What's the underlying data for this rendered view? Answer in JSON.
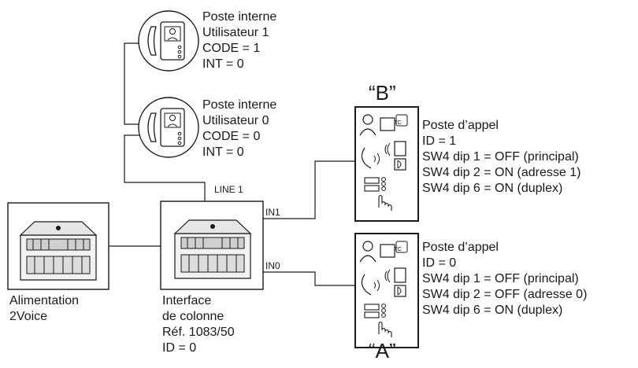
{
  "internal_stations": [
    {
      "lines": [
        "Poste interne",
        "Utilisateur 1",
        "CODE = 1",
        "INT = 0"
      ]
    },
    {
      "lines": [
        "Poste interne",
        "Utilisateur 0",
        "CODE = 0",
        "INT = 0"
      ]
    }
  ],
  "line_label": "LINE 1",
  "ports": {
    "in1": "IN1",
    "in0": "IN0"
  },
  "power_supply": {
    "lines": [
      "Alimentation",
      "2Voice"
    ]
  },
  "interface": {
    "lines": [
      "Interface",
      "de colonne",
      "Réf. 1083/50",
      "ID = 0"
    ]
  },
  "panel_b": {
    "tag": "“B”",
    "lines": [
      "Poste d’appel",
      "ID = 1",
      "SW4 dip 1 = OFF (principal)",
      "SW4 dip 2 = ON (adresse 1)",
      "SW4 dip 6 = ON (duplex)"
    ],
    "tc_label": "TC"
  },
  "panel_a": {
    "tag": "“A”",
    "lines": [
      "Poste d’appel",
      "ID = 0",
      "SW4 dip 1 = OFF (principal)",
      "SW4 dip 2 = OFF (adresse 0)",
      "SW4 dip 6 = ON (duplex)"
    ],
    "tc_label": "TC"
  },
  "colors": {
    "line": "#1a1a1a",
    "device_fill": "#f2f2f2",
    "device_shade": "#cfcfcf"
  }
}
